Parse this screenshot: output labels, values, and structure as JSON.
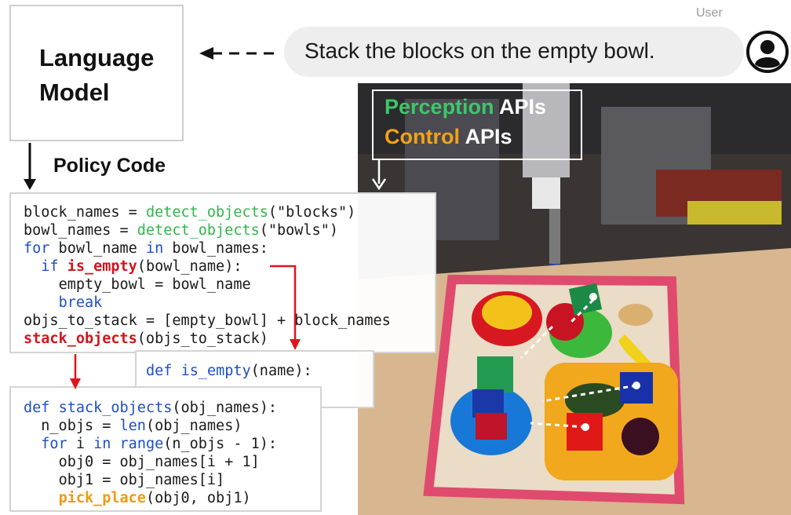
{
  "language_model": {
    "line1": "Language",
    "line2": "Model"
  },
  "user": {
    "label": "User",
    "instruction": "Stack the blocks on the empty bowl."
  },
  "policy_label": "Policy Code",
  "apis": {
    "perception_word": "Perception",
    "control_word": "Control",
    "apis_word": "APIs"
  },
  "code_main": {
    "l1": {
      "a": "block_names = ",
      "b": "detect_objects",
      "c": "(\"blocks\")"
    },
    "l2": {
      "a": "bowl_names = ",
      "b": "detect_objects",
      "c": "(\"bowls\")"
    },
    "l3": {
      "a": "for",
      "b": " bowl_name ",
      "c": "in",
      "d": " bowl_names:"
    },
    "l4": {
      "a": "if",
      "b": "is_empty",
      "c": "(bowl_name):"
    },
    "l5": {
      "a": "empty_bowl = bowl_name"
    },
    "l6": {
      "a": "break"
    },
    "l7": {
      "a": "objs_to_stack = [empty_bowl] + block_names"
    },
    "l8": {
      "a": "stack_objects",
      "b": "(objs_to_stack)"
    }
  },
  "code_is_empty": {
    "l1": {
      "a": "def",
      "b": "is_empty",
      "c": "(name):"
    },
    "l2": {
      "a": "..."
    }
  },
  "code_stack": {
    "l1": {
      "a": "def",
      "b": "stack_objects",
      "c": "(obj_names):"
    },
    "l2": {
      "a": "n_objs = ",
      "b": "len",
      "c": "(obj_names)"
    },
    "l3": {
      "a": "for",
      "b": " i ",
      "c": "in",
      "d": "range",
      "e": "(n_objs - 1):"
    },
    "l4": {
      "a": "obj0 = obj_names[i + 1]"
    },
    "l5": {
      "a": "obj1 = obj_names[i]"
    },
    "l6": {
      "a": "pick_place",
      "b": "(obj0, obj1)"
    }
  },
  "colors": {
    "perception": "#2fb84a",
    "control": "#f29a0f",
    "function_red": "#d4141c",
    "keyword_blue": "#1d4fc4",
    "arrow_red": "#e0141c"
  },
  "icons": [
    "user-avatar-icon",
    "dashed-arrow-left",
    "down-arrow",
    "red-call-arrow"
  ]
}
